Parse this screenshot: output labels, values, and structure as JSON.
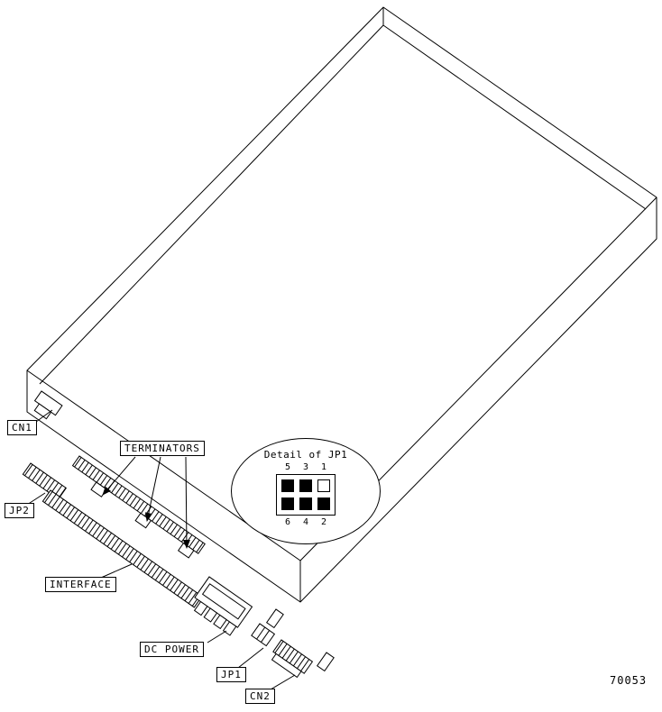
{
  "diagram": {
    "figure_number": "70053",
    "colors": {
      "ink": "#000000",
      "paper": "#ffffff"
    },
    "callouts": {
      "cn1": "CN1",
      "jp2": "JP2",
      "terminators": "TERMINATORS",
      "interface": "INTERFACE",
      "dc_power": "DC POWER",
      "jp1": "JP1",
      "cn2": "CN2"
    },
    "detail": {
      "title": "Detail of JP1",
      "pins_top": [
        "5",
        "3",
        "1"
      ],
      "pins_bottom": [
        "6",
        "4",
        "2"
      ],
      "states_top": [
        "filled",
        "filled",
        "open"
      ],
      "states_bottom": [
        "filled",
        "filled",
        "filled"
      ]
    }
  }
}
